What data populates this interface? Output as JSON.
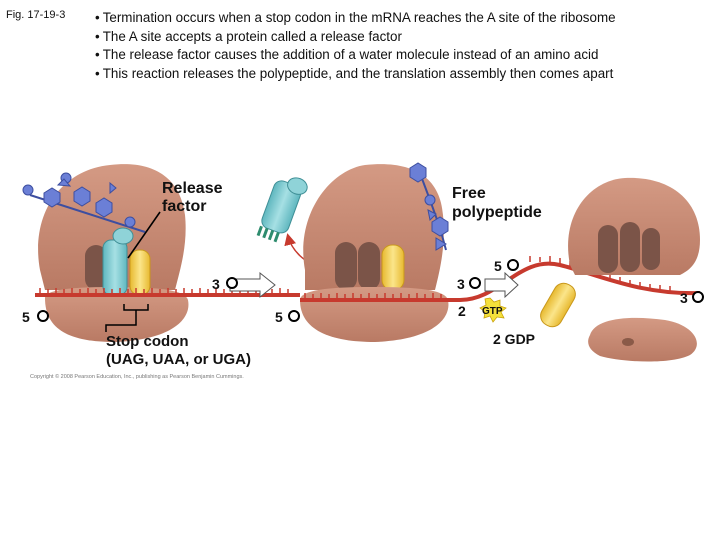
{
  "figure_label": "Fig. 17-19-3",
  "bullets": [
    "Termination occurs when a stop codon in the mRNA reaches the A site of the ribosome",
    "The A site accepts a protein called a release factor",
    "The release factor causes the addition of a water molecule instead of an amino acid",
    "This reaction releases the polypeptide, and the translation assembly then comes apart"
  ],
  "diagram": {
    "release_factor_line1": "Release",
    "release_factor_line2": "factor",
    "free_polypeptide_line1": "Free",
    "free_polypeptide_line2": "polypeptide",
    "stop_codon_line1": "Stop codon",
    "stop_codon_line2": "(UAG, UAA, or UGA)",
    "three_prime": "3",
    "five_prime": "5",
    "gtp_count": "2",
    "gtp": "GTP",
    "gdp": "2 GDP",
    "copyright": "Copyright © 2008 Pearson Education, Inc., publishing as Pearson Benjamin Cummings."
  },
  "colors": {
    "ribosome": "#c98f78",
    "ribosome_dark": "#a86a58",
    "trna_site": "#7b5448",
    "mrna": "#c73a2e",
    "release_factor": "#7fc9cf",
    "yellow_trna": "#f3d15a",
    "polypeptide": "#6b7fd6",
    "gtp_star": "#f5e13b"
  }
}
